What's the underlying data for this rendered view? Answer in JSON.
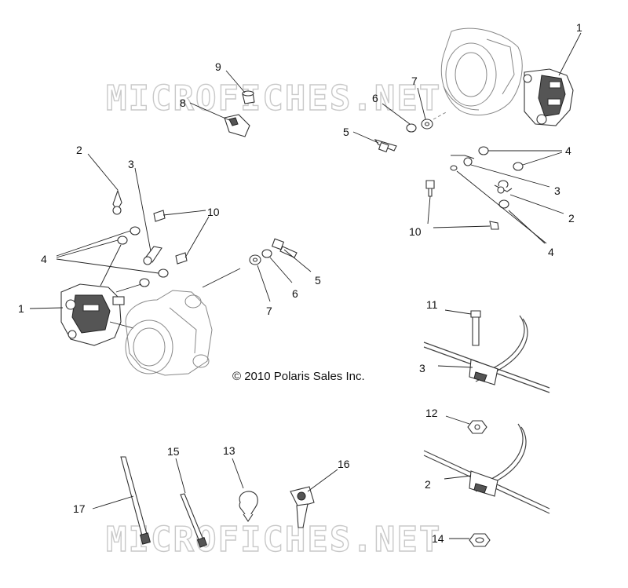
{
  "watermark": "MICROFICHES.NET",
  "copyright": "© 2010 Polaris Sales Inc.",
  "callouts": {
    "c1a": "1",
    "c1b": "1",
    "c2a": "2",
    "c2b": "2",
    "c2c": "2",
    "c3a": "3",
    "c3b": "3",
    "c3c": "3",
    "c4a": "4",
    "c4b": "4",
    "c4c": "4",
    "c5a": "5",
    "c5b": "5",
    "c6a": "6",
    "c6b": "6",
    "c7a": "7",
    "c7b": "7",
    "c8": "8",
    "c9": "9",
    "c10a": "10",
    "c10b": "10",
    "c11": "11",
    "c12": "12",
    "c13": "13",
    "c14": "14",
    "c15": "15",
    "c16": "16",
    "c17": "17"
  }
}
